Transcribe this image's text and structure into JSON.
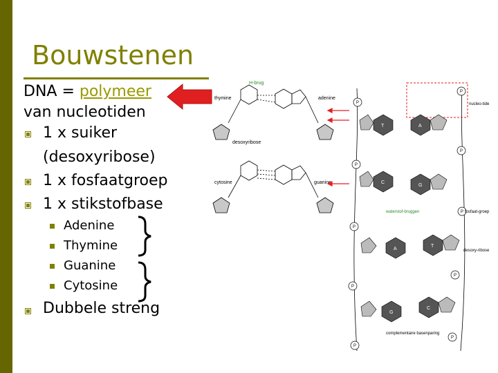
{
  "slide": {
    "title": "Bouwstenen",
    "line1_prefix": "DNA = ",
    "line1_link": "polymeer",
    "line2": "van nucleotiden",
    "bullets": [
      "1 x suiker",
      "(desoxyribose)",
      "1 x fosfaatgroep",
      "1 x stikstofbase"
    ],
    "bases": [
      "Adenine",
      "Thymine",
      "Guanine",
      "Cytosine"
    ],
    "last_bullet": "Dubbele streng"
  },
  "figure": {
    "labels": {
      "h_bond": "H-brug",
      "thymine": "thymine",
      "adenine": "adenine",
      "desoxyribose": "desoxyribose",
      "cytosine": "cytosine",
      "guanine": "guanine",
      "nucleotide": "nucleo-tide",
      "phosphate_group": "fosfaat-groep",
      "hydrogen_bridges": "waterstof-bruggen",
      "deoxyribose_right": "desoxy-ribose",
      "complementary": "complementaire basenparing"
    },
    "base_letters": {
      "T": "T",
      "A": "A",
      "C": "C",
      "G": "G"
    },
    "phosphate": "P"
  },
  "colors": {
    "accent": "#808000",
    "sidebar": "#666600",
    "link": "#999900",
    "arrow": "#e02020"
  }
}
